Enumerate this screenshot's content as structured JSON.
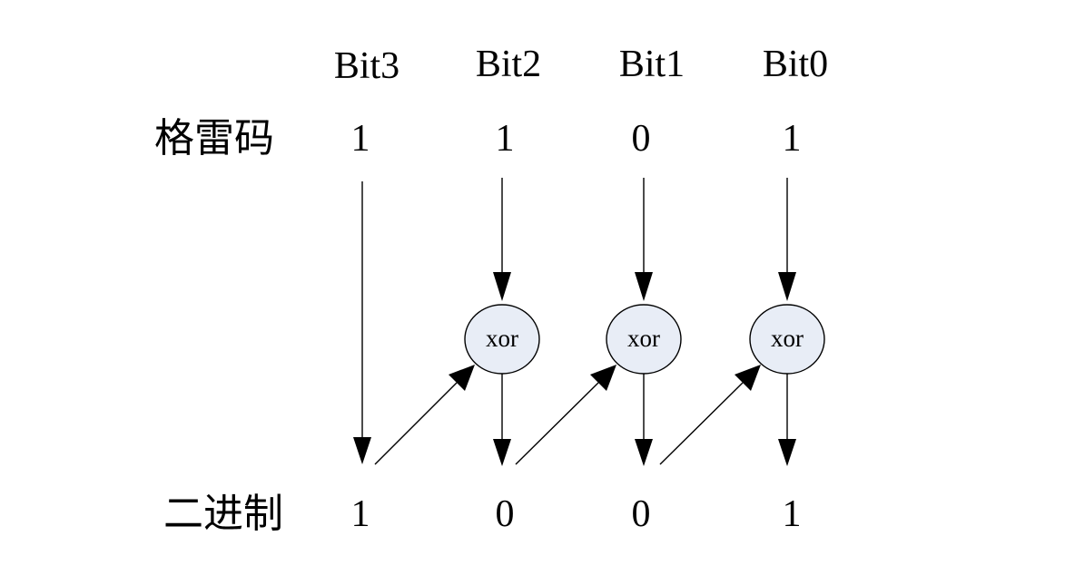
{
  "headers": [
    "Bit3",
    "Bit2",
    "Bit1",
    "Bit0"
  ],
  "gray_code": {
    "label": "格雷码",
    "bits": [
      "1",
      "1",
      "0",
      "1"
    ]
  },
  "binary": {
    "label": "二进制",
    "bits": [
      "1",
      "0",
      "0",
      "1"
    ]
  },
  "xor_nodes": [
    {
      "label": "xor"
    },
    {
      "label": "xor"
    },
    {
      "label": "xor"
    }
  ],
  "colors": {
    "node_fill": "#e8edf6",
    "stroke": "#000000"
  }
}
